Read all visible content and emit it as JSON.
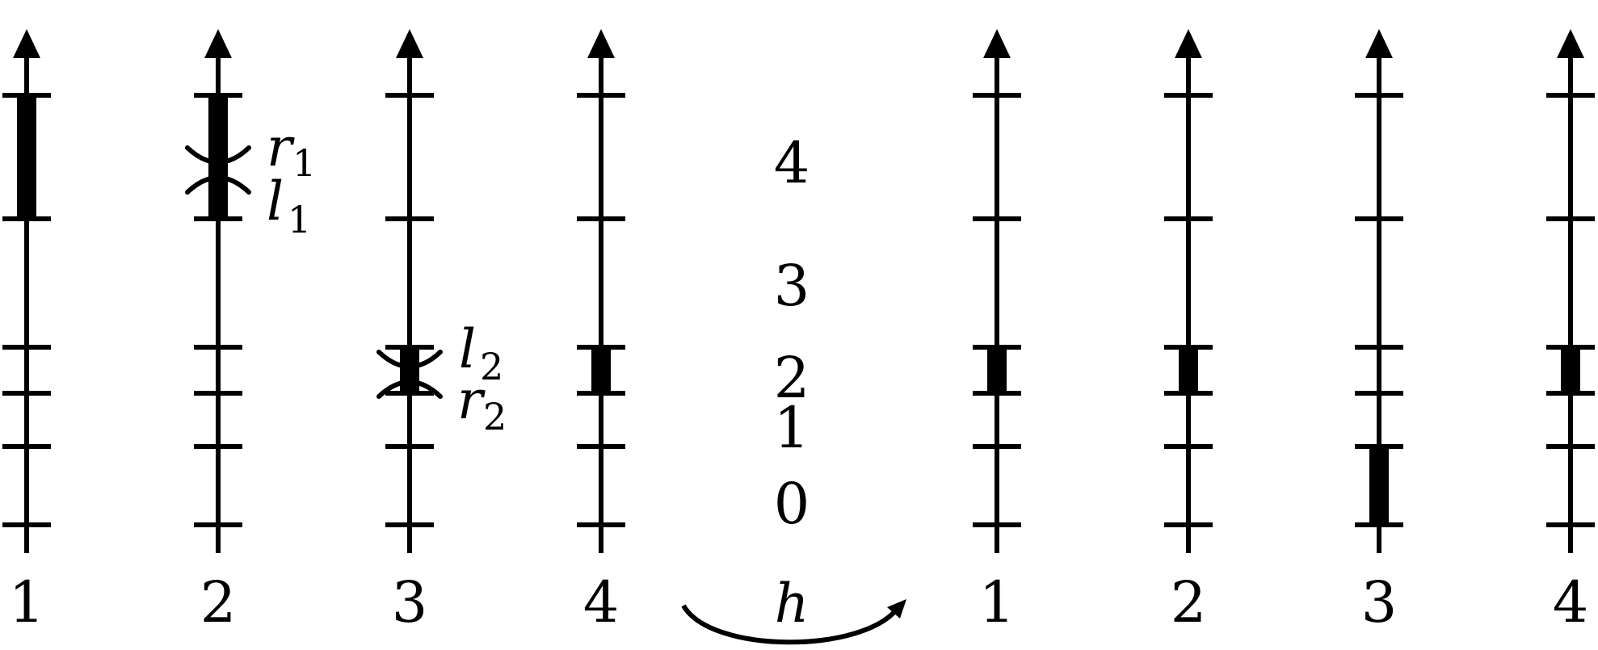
{
  "diagram": {
    "left_group": {
      "columns": [
        {
          "label": "1",
          "intervals": [
            [
              3,
              4
            ]
          ]
        },
        {
          "label": "2",
          "intervals": [
            [
              3,
              4
            ]
          ]
        },
        {
          "label": "3",
          "intervals": [
            [
              1,
              2
            ]
          ]
        },
        {
          "label": "4",
          "intervals": [
            [
              1,
              2
            ]
          ]
        }
      ]
    },
    "right_group": {
      "columns": [
        {
          "label": "1",
          "intervals": [
            [
              1,
              2
            ]
          ]
        },
        {
          "label": "2",
          "intervals": [
            [
              1,
              2
            ]
          ]
        },
        {
          "label": "3",
          "intervals": [
            [
              -0.5,
              0
            ]
          ]
        },
        {
          "label": "4",
          "intervals": [
            [
              1,
              2
            ]
          ]
        }
      ]
    },
    "level_labels": [
      "0",
      "1",
      "2",
      "3",
      "4"
    ],
    "map": {
      "letter": "h"
    },
    "cuts": [
      {
        "column": 2,
        "upper": {
          "letter": "r",
          "sub": "1"
        },
        "lower": {
          "letter": "l",
          "sub": "1"
        }
      },
      {
        "column": 3,
        "upper": {
          "letter": "l",
          "sub": "2"
        },
        "lower": {
          "letter": "r",
          "sub": "2"
        }
      }
    ]
  }
}
